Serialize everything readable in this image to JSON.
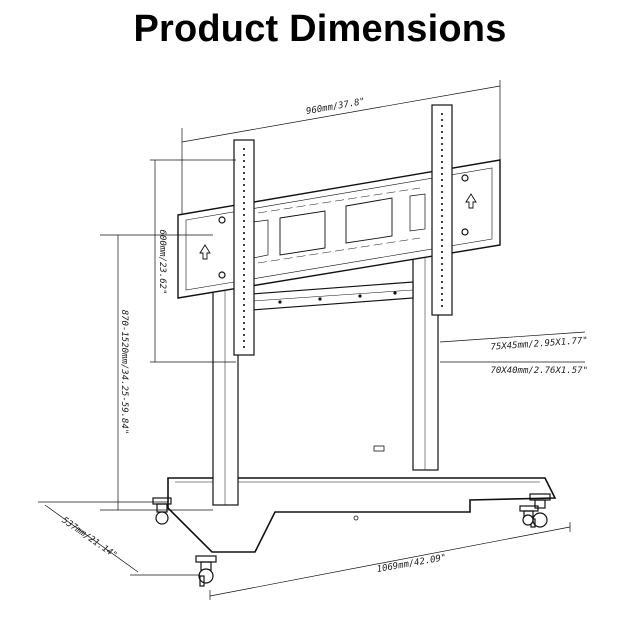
{
  "title": "Product Dimensions",
  "dimensions": {
    "top_width": "960mm/37.8\"",
    "bracket_height": "600mm/23.62\"",
    "overall_height": "870-1520mm/34.25-59.84\"",
    "column_a": "75X45mm/2.95X1.77\"",
    "column_b": "70X40mm/2.76X1.57\"",
    "base_depth": "537mm/21.14\"",
    "base_width": "1069mm/42.09\""
  }
}
